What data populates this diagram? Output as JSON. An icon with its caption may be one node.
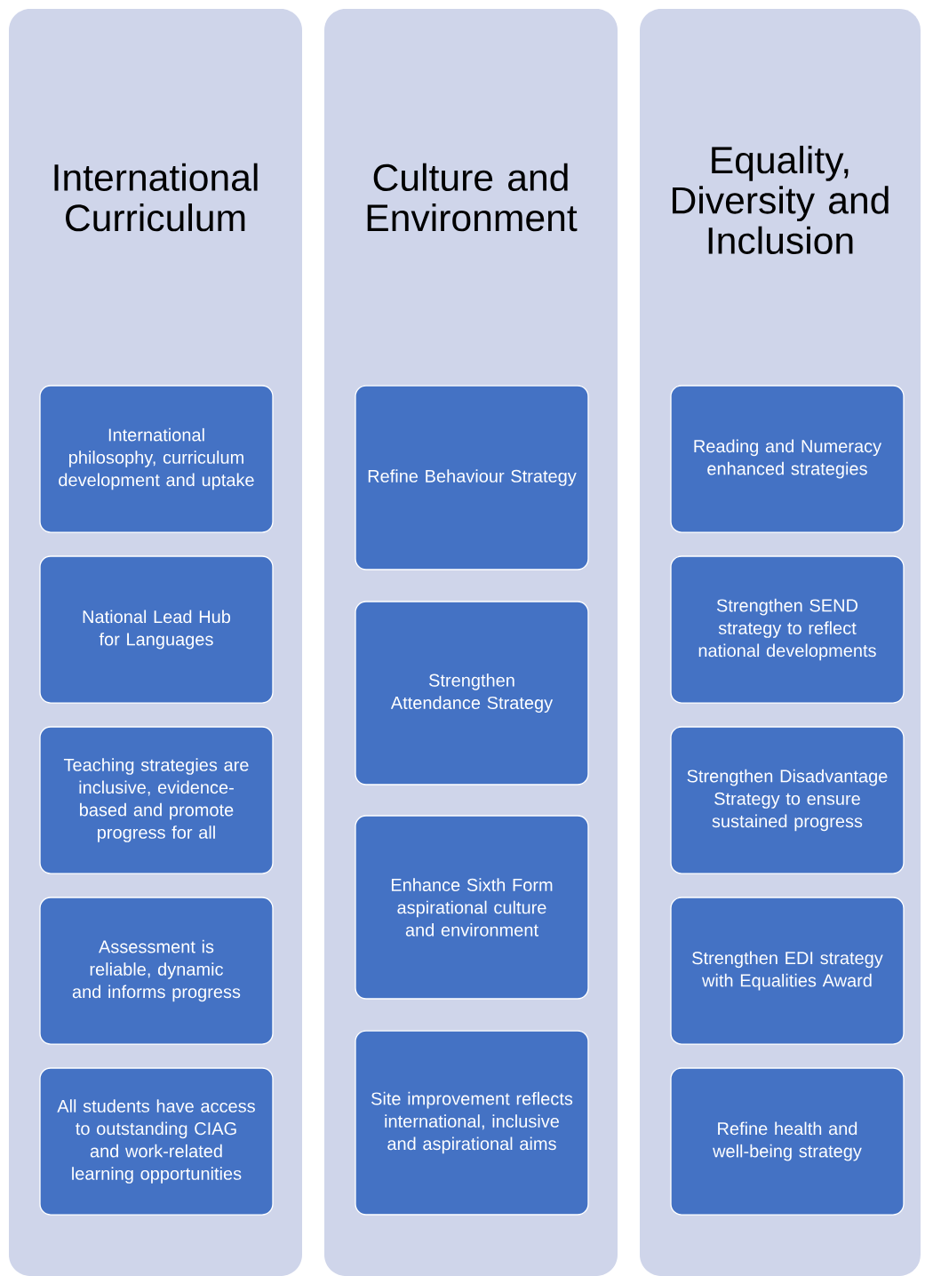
{
  "diagram": {
    "nodes": [
      {
        "text": [
          "International Curriculum"
        ]
      },
      {
        "text": [
          "International philosophy, curriculum development and uptake"
        ],
        "in": 0
      },
      {
        "text": [
          "National Lead Hub for Languages"
        ],
        "in": 0
      },
      {
        "text": [
          "Teaching strategies are inclusive, evidence-based and promote progress for all"
        ],
        "in": 0
      },
      {
        "text": [
          "Assessment is reliable, dynamic and informs progress"
        ],
        "in": 0
      },
      {
        "text": [
          "All students have access to outstanding CIAG and work-related learning opportunities"
        ],
        "in": 0
      },
      {
        "text": [
          "Culture and Environment"
        ]
      },
      {
        "text": [
          "Refine Behaviour Strategy"
        ],
        "in": 6
      },
      {
        "text": [
          "Strengthen Attendance Strategy"
        ],
        "in": 6
      },
      {
        "text": [
          "Enhance Sixth Form aspirational culture and environment"
        ],
        "in": 6
      },
      {
        "text": [
          "Site improvement reflects international, inclusive and aspirational aims"
        ],
        "in": 6
      },
      {
        "text": [
          "Equality, Diversity and Inclusion"
        ]
      },
      {
        "text": [
          "Reading and Numeracy enhanced strategies"
        ],
        "in": 11
      },
      {
        "text": [
          "Strengthen SEND strategy to reflect national developments"
        ],
        "in": 11
      },
      {
        "text": [
          "Strengthen Disadvantage Strategy to ensure sustained progress"
        ],
        "in": 11
      },
      {
        "text": [
          "Strengthen EDI strategy with Equalities Award"
        ],
        "in": 11
      },
      {
        "text": [
          "Refine health and well-being strategy"
        ],
        "in": 11
      }
    ]
  }
}
